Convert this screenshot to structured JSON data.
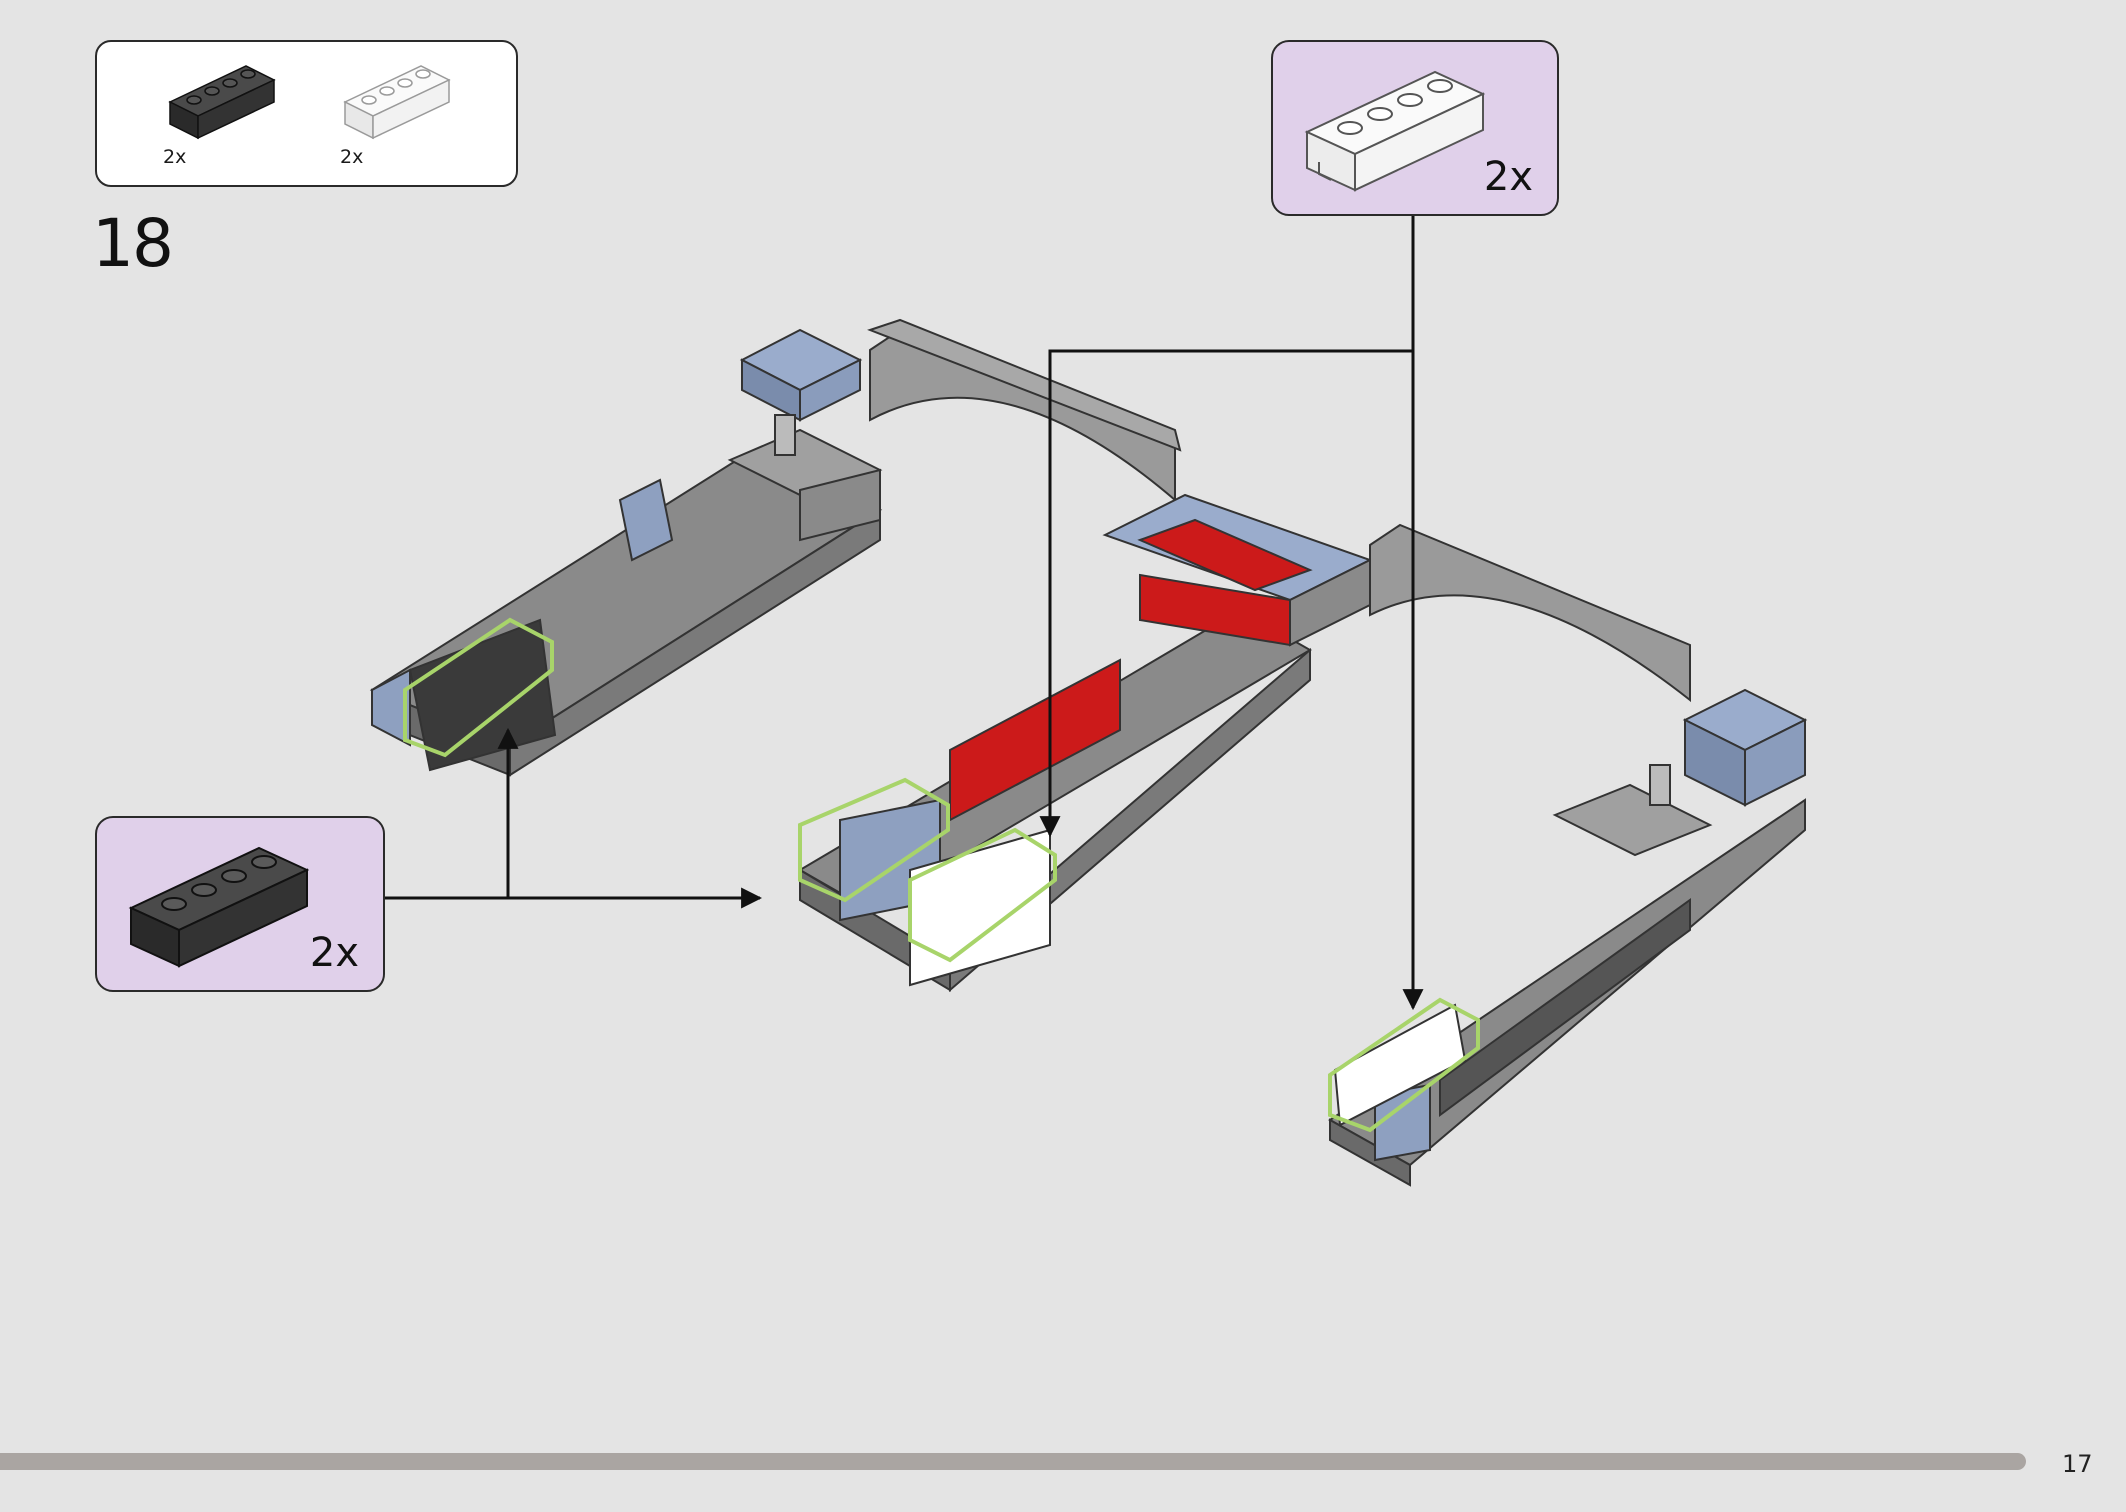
{
  "step": {
    "number": "18"
  },
  "parts_list": {
    "items": [
      {
        "color": "#333333",
        "qty": "2x",
        "icon": "black-brick-1x4-icon"
      },
      {
        "color": "#f4f4f4",
        "qty": "2x",
        "icon": "white-brick-1x4-icon"
      }
    ]
  },
  "callouts": {
    "top": {
      "qty": "2x",
      "color": "#f4f4f4",
      "icon": "white-brick-1x4-icon"
    },
    "left": {
      "qty": "2x",
      "color": "#333333",
      "icon": "black-brick-1x4-icon"
    }
  },
  "page": {
    "number": "17"
  },
  "colors": {
    "background": "#e4e4e4",
    "callout_background": "#e0d0ea",
    "progress_bar": "#aaa5a2",
    "highlight": "#a8d46a"
  }
}
